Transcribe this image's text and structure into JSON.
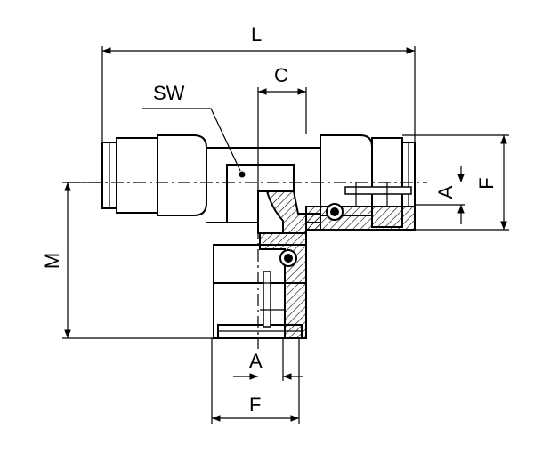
{
  "labels": {
    "L": "L",
    "C": "C",
    "SW": "SW",
    "A_right": "A",
    "F_right": "F",
    "M": "M",
    "A_bottom": "A",
    "F_bottom": "F"
  },
  "colors": {
    "line": "#000000",
    "background": "#ffffff"
  }
}
